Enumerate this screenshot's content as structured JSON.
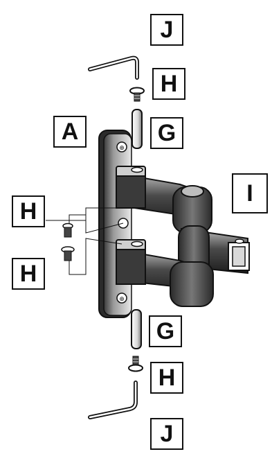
{
  "labels": {
    "j_top": "J",
    "h_top": "H",
    "a": "A",
    "g_top": "G",
    "i": "I",
    "h_left_1": "H",
    "h_left_2": "H",
    "g_bottom": "G",
    "h_bottom": "H",
    "j_bottom": "J"
  },
  "colors": {
    "line": "#111111",
    "part_dark": "#2a2a2a",
    "part_mid": "#5a5a5a",
    "part_light": "#9a9a9a",
    "background": "#ffffff"
  }
}
